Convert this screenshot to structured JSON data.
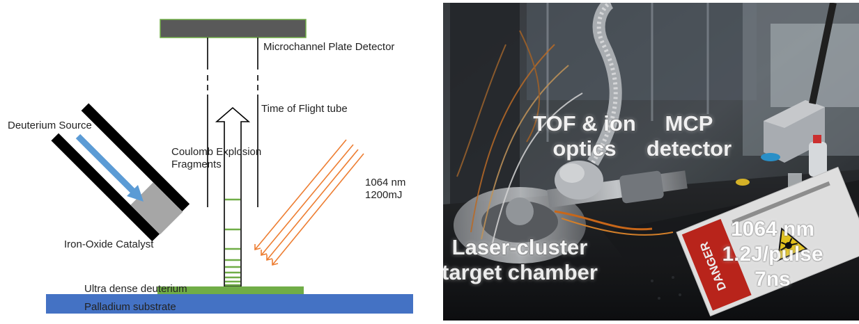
{
  "diagram": {
    "labels": {
      "detector": "Microchannel Plate Detector",
      "tof_tube": "Time of Flight tube",
      "deuterium_source": "Deuterium Source",
      "fragments": "Coulomb Explosion Fragments",
      "laser": "1064 nm 1200mJ",
      "catalyst": "Iron-Oxide Catalyst",
      "ultra_dense": "Ultra dense deuterium",
      "substrate": "Palladium substrate"
    },
    "colors": {
      "detector": "#595959",
      "detector_border": "#70ad47",
      "ultra_dense": "#70ad47",
      "substrate": "#4472c4",
      "gas_arrow": "#5b9bd5",
      "laser": "#ed7d31",
      "fragments": "#70ad47",
      "catalyst": "#a6a6a6",
      "source_wall": "#000000"
    }
  },
  "photo": {
    "labels": {
      "tof": "TOF & ion optics",
      "mcp": "MCP detector",
      "laser": "1064 nm 1.2J/pulse 7ns",
      "chamber": "Laser-cluster target chamber",
      "danger": "DANGER"
    }
  }
}
